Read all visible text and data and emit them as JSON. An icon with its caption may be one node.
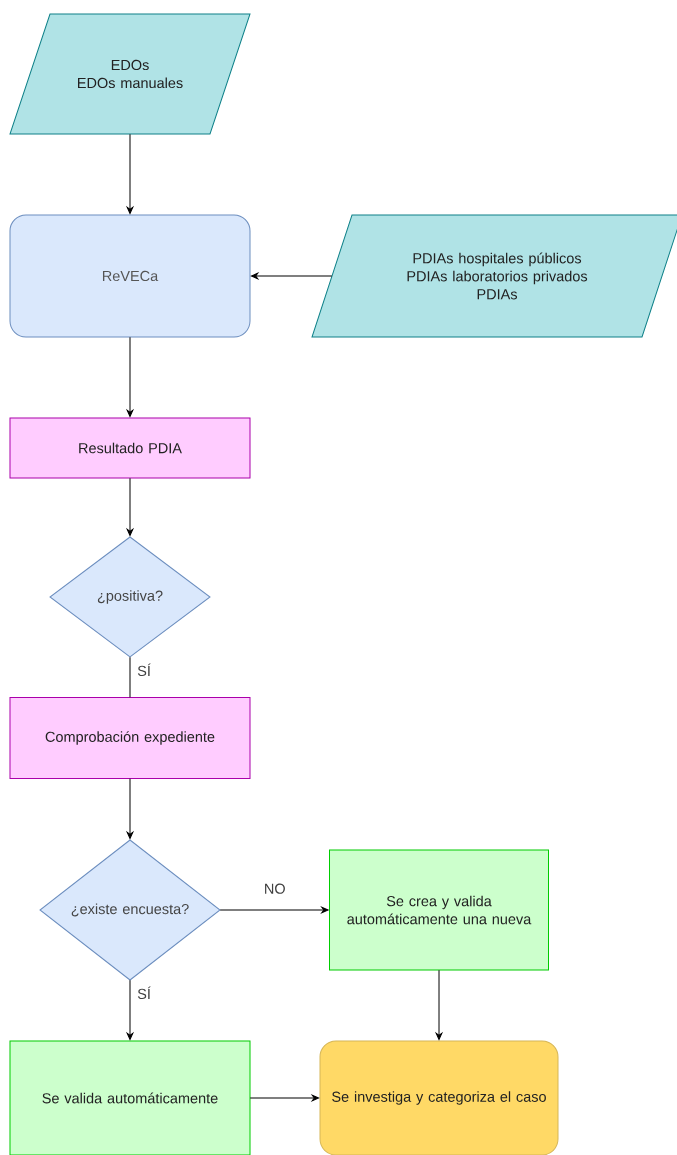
{
  "diagram": {
    "nodes": [
      {
        "text": [
          "EDOs",
          "EDOs manuales"
        ]
      },
      {
        "text": [
          "ReVECa"
        ]
      },
      {
        "text": [
          "PDIAs hospitales públicos",
          "PDIAs laboratorios privados",
          "PDIAs"
        ]
      },
      {
        "text": [
          "Resultado PDIA"
        ]
      },
      {
        "text": [
          "¿positiva?"
        ]
      },
      {
        "text": [
          "Comprobación expediente"
        ]
      },
      {
        "text": [
          "¿existe encuesta?"
        ]
      },
      {
        "text": [
          "Se crea y valida automáticamente una nueva"
        ]
      },
      {
        "text": [
          "Se valida automáticamente"
        ]
      },
      {
        "text": [
          "Se investiga y categoriza el caso"
        ]
      }
    ],
    "edges": [
      {
        "from": 0,
        "to": 1,
        "arrow": "to"
      },
      {
        "from": 2,
        "to": 1,
        "arrow": "to"
      },
      {
        "from": 1,
        "to": 3,
        "arrow": "to"
      },
      {
        "from": 3,
        "to": 4,
        "arrow": "to"
      },
      {
        "from": 4,
        "to": 5,
        "arrow": "none",
        "label": "SÍ"
      },
      {
        "from": 5,
        "to": 6,
        "arrow": "to"
      },
      {
        "from": 6,
        "to": 7,
        "arrow": "to",
        "label": "NO"
      },
      {
        "from": 6,
        "to": 8,
        "arrow": "to",
        "label": "SÍ"
      },
      {
        "from": 7,
        "to": 9,
        "arrow": "to"
      },
      {
        "from": 8,
        "to": 9,
        "arrow": "to"
      }
    ]
  }
}
